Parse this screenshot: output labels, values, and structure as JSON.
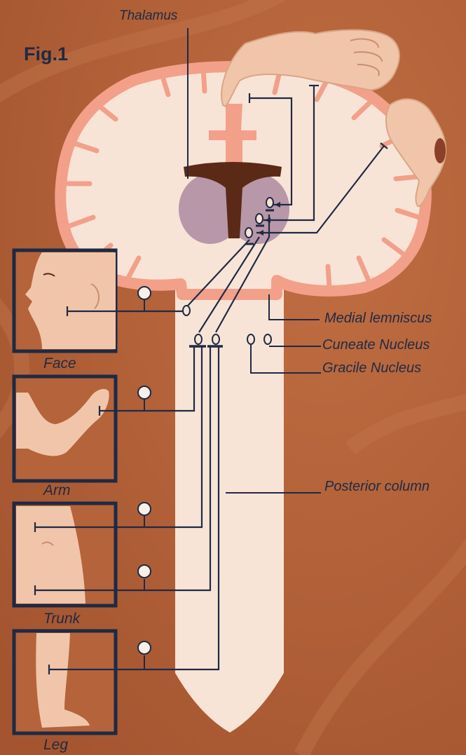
{
  "figure_label": "Fig.1",
  "labels": {
    "thalamus": "Thalamus",
    "medial_lemniscus": "Medial lemniscus",
    "cuneate_nucleus": "Cuneate Nucleus",
    "gracile_nucleus": "Gracile Nucleus",
    "posterior_column": "Posterior column"
  },
  "panels": [
    {
      "id": "face",
      "caption": "Face"
    },
    {
      "id": "arm",
      "caption": "Arm"
    },
    {
      "id": "trunk",
      "caption": "Trunk"
    },
    {
      "id": "leg",
      "caption": "Leg"
    }
  ],
  "colors": {
    "background": "#b5633a",
    "cortex_outline": "#f2a08a",
    "tissue": "#f8e4d6",
    "thalamus_region": "#b797a8",
    "ventricle": "#5a2a16",
    "skin": "#f1c5a9",
    "line": "#1f2a44",
    "panel_frame": "#1d2a44"
  }
}
